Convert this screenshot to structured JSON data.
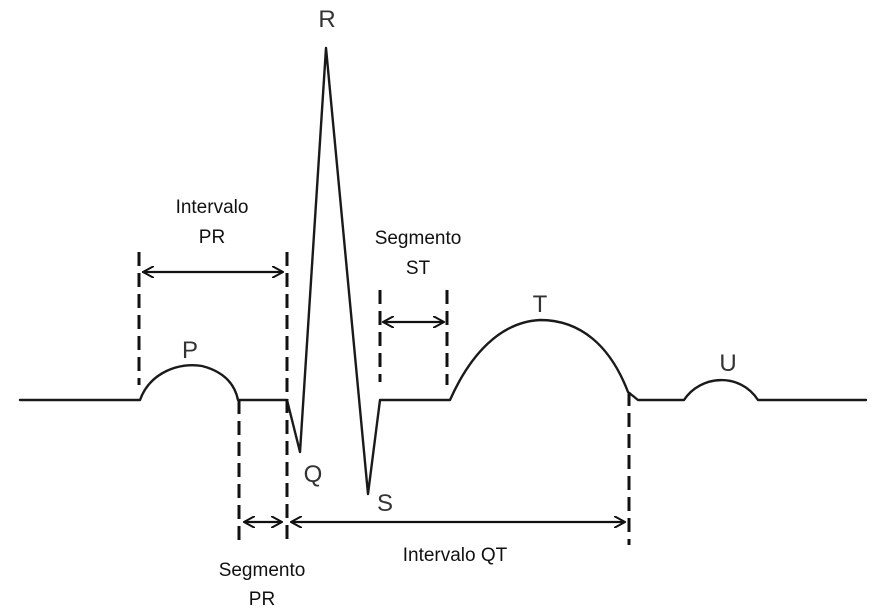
{
  "waves": {
    "p": "P",
    "q": "Q",
    "r": "R",
    "s": "S",
    "t": "T",
    "u": "U"
  },
  "intervals": {
    "pr_interval": {
      "line1": "Intervalo",
      "line2": "PR"
    },
    "st_segment": {
      "line1": "Segmento",
      "line2": "ST"
    },
    "pr_segment": {
      "line1": "Segmento",
      "line2": "PR"
    },
    "qt_interval": "Intervalo QT"
  },
  "colors": {
    "trace": "#1a1a1a",
    "text": "#111111",
    "background": "#ffffff"
  }
}
